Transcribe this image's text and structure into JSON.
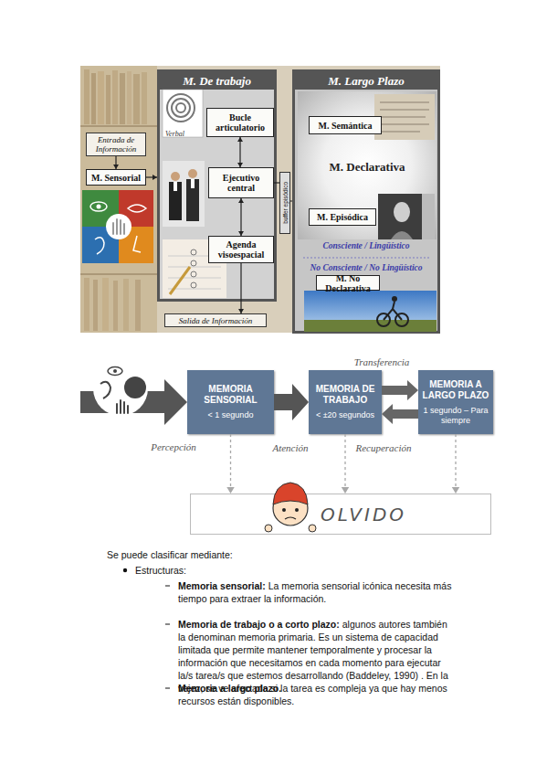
{
  "diagram": {
    "nodes": [
      {
        "text": [
          "Entrada de Información"
        ]
      },
      {
        "text": [
          "M. Sensorial"
        ]
      },
      {
        "text": [
          "M. De trabajo"
        ]
      },
      {
        "text": [
          "Bucle articulatorio"
        ],
        "in": 2
      },
      {
        "text": [
          "Ejecutivo central"
        ],
        "in": 2
      },
      {
        "text": [
          "Agenda visoespacial"
        ],
        "in": 2
      },
      {
        "text": [
          "buffer episódico"
        ]
      },
      {
        "text": [
          "Salida de Información"
        ]
      },
      {
        "text": [
          "M. Largo Plazo"
        ]
      },
      {
        "text": [
          "M. Declarativa"
        ],
        "in": 8
      },
      {
        "text": [
          "M. Semántica"
        ],
        "in": 9
      },
      {
        "text": [
          "M. Episódica"
        ],
        "in": 9
      },
      {
        "text": [
          "M. No Declarativa"
        ],
        "in": 8
      },
      {
        "text": [
          "MEMORIA SENSORIAL",
          "< 1 segundo"
        ]
      },
      {
        "text": [
          "MEMORIA DE TRABAJO",
          "< ±20 segundos"
        ]
      },
      {
        "text": [
          "MEMORIA A LARGO PLAZO",
          "1 segundo – Para siempre"
        ]
      },
      {
        "text": [
          "OLVIDO"
        ]
      }
    ],
    "edges": [
      {
        "from": 0,
        "to": 1,
        "arrow": "to"
      },
      {
        "from": 1,
        "to": 2,
        "arrow": "to"
      },
      {
        "from": 3,
        "to": 4,
        "arrow": "both"
      },
      {
        "from": 4,
        "to": 5,
        "arrow": "both"
      },
      {
        "from": 5,
        "to": 7,
        "arrow": "to"
      },
      {
        "from": 4,
        "to": 6,
        "arrow": "none"
      },
      {
        "from": 6,
        "to": 8,
        "arrow": "none"
      },
      {
        "from": 13,
        "to": 14,
        "label": "Atención",
        "arrow": "to"
      },
      {
        "from": 14,
        "to": 15,
        "label": "Transferencia",
        "arrow": "to"
      },
      {
        "from": 15,
        "to": 14,
        "label": "Recuperación",
        "arrow": "to"
      },
      {
        "from": 13,
        "to": 16,
        "arrow": "to"
      },
      {
        "from": 14,
        "to": 16,
        "arrow": "to"
      },
      {
        "from": 15,
        "to": 16,
        "arrow": "to"
      }
    ],
    "labels": [
      "Verbal",
      "Consciente / Lingüístico",
      "No Consciente / No Lingüístico",
      "Percepción",
      "Se puede clasificar mediante:",
      "Estructuras:",
      "Memoria sensorial:",
      "La memoria sensorial icónica necesita más tiempo para extraer la información.",
      "Memoria de trabajo o a corto plazo:",
      "algunos autores también la denominan memoria primaria. Es un sistema de capacidad limitada que permite mantener temporalmente y procesar la información que necesitamos en cada momento para ejecutar la/s tarea/s que estemos desarrollando (Baddeley, 1990) . En la vejez, se ve afectada si la tarea es compleja ya que hay menos recursos están disponibles.",
      "Memoria a largo plazo."
    ]
  }
}
